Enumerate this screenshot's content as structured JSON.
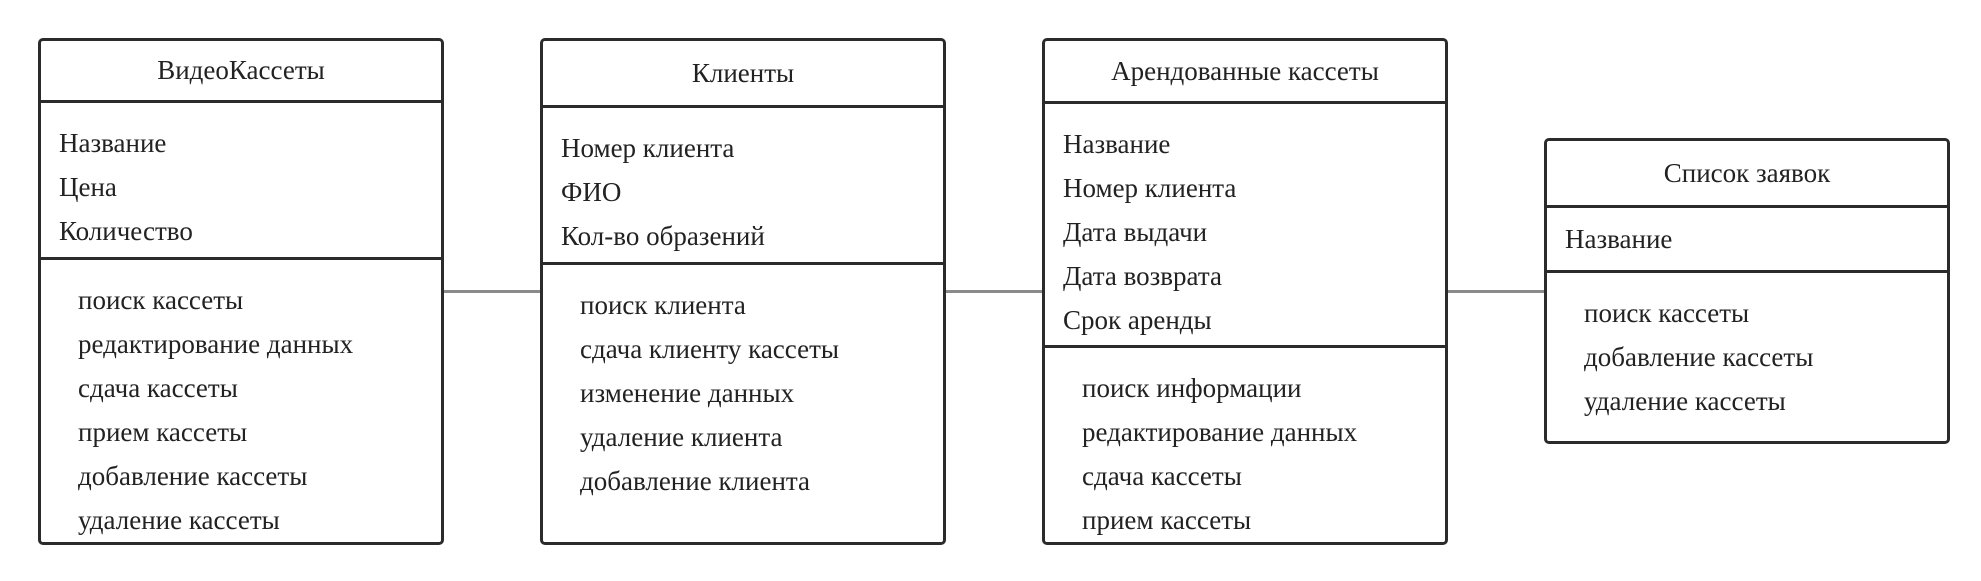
{
  "classes": [
    {
      "title": "ВидеоКассеты",
      "attributes": [
        "Название",
        "Цена",
        "Количество"
      ],
      "methods": [
        "поиск кассеты",
        "редактирование данных",
        "сдача кассеты",
        "прием кассеты",
        "добавление кассеты",
        "удаление кассеты"
      ]
    },
    {
      "title": "Клиенты",
      "attributes": [
        "Номер клиента",
        "ФИО",
        "Кол-во образений"
      ],
      "methods": [
        "поиск клиента",
        "сдача клиенту кассеты",
        "изменение данных",
        "удаление клиента",
        "добавление клиента"
      ]
    },
    {
      "title": "Арендованные кассеты",
      "attributes": [
        "Название",
        "Номер клиента",
        "Дата выдачи",
        "Дата возврата",
        "Срок аренды"
      ],
      "methods": [
        "поиск информации",
        "редактирование данных",
        "сдача кассеты",
        "прием кассеты"
      ]
    },
    {
      "title": "Список заявок",
      "attributes": [
        "Название"
      ],
      "methods": [
        "поиск кассеты",
        "добавление кассеты",
        "удаление кассеты"
      ]
    }
  ],
  "colors": {
    "border": "#2b2b2b",
    "connector": "#8a8a8a",
    "text": "#222222"
  }
}
